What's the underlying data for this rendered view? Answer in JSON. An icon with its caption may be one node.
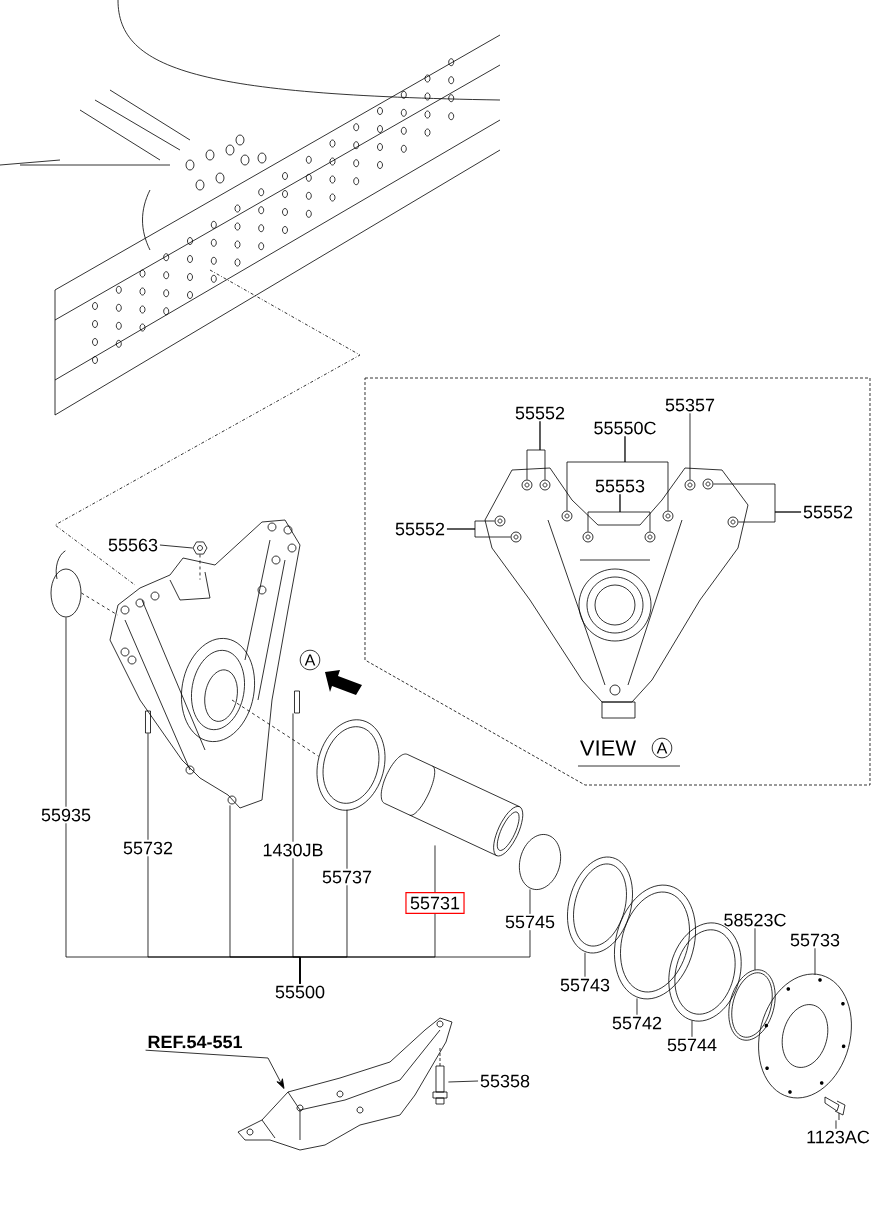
{
  "diagram": {
    "nodes": [
      {
        "text": [
          "55552"
        ]
      },
      {
        "text": [
          "55550C"
        ]
      },
      {
        "text": [
          "55357"
        ]
      },
      {
        "text": [
          "55553"
        ]
      },
      {
        "text": [
          "55552"
        ]
      },
      {
        "text": [
          "55552"
        ]
      },
      {
        "text": [],
        "shape": "picture"
      },
      {
        "text": [],
        "shape": "circle",
        "in": 6
      },
      {
        "text": [],
        "shape": "circle",
        "in": 6
      },
      {
        "text": [],
        "shape": "circle",
        "in": 6
      },
      {
        "text": [],
        "shape": "circle",
        "in": 6
      },
      {
        "text": [],
        "shape": "circle",
        "in": 6
      },
      {
        "text": [],
        "shape": "circle",
        "in": 6
      },
      {
        "text": [],
        "shape": "circle",
        "in": 6
      },
      {
        "text": [],
        "shape": "circle",
        "in": 6
      },
      {
        "text": [],
        "shape": "circle",
        "in": 6
      },
      {
        "text": [],
        "shape": "circle",
        "in": 6
      },
      {
        "text": [],
        "shape": "circle",
        "in": 6
      },
      {
        "text": [
          "55563"
        ]
      },
      {
        "text": [],
        "shape": "picture"
      },
      {
        "text": [
          "55935"
        ]
      },
      {
        "text": [],
        "shape": "circle"
      },
      {
        "text": [],
        "shape": "picture"
      },
      {
        "text": [
          "55732"
        ]
      },
      {
        "text": [],
        "shape": "bar"
      },
      {
        "text": [
          "1430JB"
        ]
      },
      {
        "text": [],
        "shape": "bar"
      },
      {
        "text": [
          "55737"
        ]
      },
      {
        "text": [],
        "shape": "picture"
      },
      {
        "text": [
          "55731"
        ]
      },
      {
        "text": [],
        "shape": "picture"
      },
      {
        "text": [
          "55745"
        ]
      },
      {
        "text": [],
        "shape": "picture"
      },
      {
        "text": [
          "55500"
        ]
      },
      {
        "text": [
          "55743"
        ]
      },
      {
        "text": [],
        "shape": "picture"
      },
      {
        "text": [
          "55742"
        ]
      },
      {
        "text": [],
        "shape": "picture"
      },
      {
        "text": [
          "55744"
        ]
      },
      {
        "text": [],
        "shape": "picture"
      },
      {
        "text": [
          "58523C"
        ]
      },
      {
        "text": [],
        "shape": "picture"
      },
      {
        "text": [
          "55733"
        ]
      },
      {
        "text": [],
        "shape": "picture"
      },
      {
        "text": [
          "1123AC"
        ]
      },
      {
        "text": [],
        "shape": "picture"
      },
      {
        "text": [
          "REF.54-551"
        ]
      },
      {
        "text": [],
        "shape": "picture"
      },
      {
        "text": [
          "55358"
        ]
      },
      {
        "text": [],
        "shape": "picture"
      }
    ],
    "edges": [
      {
        "from": 0,
        "to": 7,
        "arrow": "none"
      },
      {
        "from": 0,
        "to": 8,
        "arrow": "none"
      },
      {
        "from": 1,
        "to": 9,
        "arrow": "none"
      },
      {
        "from": 1,
        "to": 10,
        "arrow": "none"
      },
      {
        "from": 3,
        "to": 11,
        "arrow": "none"
      },
      {
        "from": 3,
        "to": 12,
        "arrow": "none"
      },
      {
        "from": 2,
        "to": 13,
        "arrow": "none"
      },
      {
        "from": 4,
        "to": 14,
        "arrow": "none"
      },
      {
        "from": 4,
        "to": 15,
        "arrow": "none"
      },
      {
        "from": 5,
        "to": 16,
        "arrow": "none"
      },
      {
        "from": 5,
        "to": 17,
        "arrow": "none"
      },
      {
        "from": 18,
        "to": 19,
        "arrow": "none"
      },
      {
        "from": 20,
        "to": 21,
        "arrow": "none"
      },
      {
        "from": 23,
        "to": 24,
        "arrow": "none"
      },
      {
        "from": 25,
        "to": 26,
        "arrow": "none"
      },
      {
        "from": 27,
        "to": 28,
        "arrow": "none"
      },
      {
        "from": 29,
        "to": 30,
        "arrow": "none"
      },
      {
        "from": 31,
        "to": 32,
        "arrow": "none"
      },
      {
        "from": 33,
        "to": 20,
        "arrow": "none"
      },
      {
        "from": 33,
        "to": 23,
        "arrow": "none"
      },
      {
        "from": 33,
        "to": 22,
        "arrow": "none"
      },
      {
        "from": 33,
        "to": 25,
        "arrow": "none"
      },
      {
        "from": 33,
        "to": 27,
        "arrow": "none"
      },
      {
        "from": 33,
        "to": 29,
        "arrow": "none"
      },
      {
        "from": 33,
        "to": 31,
        "arrow": "none"
      },
      {
        "from": 34,
        "to": 35,
        "arrow": "none"
      },
      {
        "from": 36,
        "to": 37,
        "arrow": "none"
      },
      {
        "from": 38,
        "to": 39,
        "arrow": "none"
      },
      {
        "from": 40,
        "to": 41,
        "arrow": "none"
      },
      {
        "from": 42,
        "to": 43,
        "arrow": "none"
      },
      {
        "from": 44,
        "to": 45,
        "arrow": "none"
      },
      {
        "from": 46,
        "to": 47,
        "arrow": "to"
      },
      {
        "from": 48,
        "to": 49,
        "arrow": "none"
      },
      {
        "from": 19,
        "to": 22,
        "arrow": "none",
        "style": "dashed"
      },
      {
        "from": 21,
        "to": 22,
        "arrow": "none",
        "style": "dashed"
      },
      {
        "from": 22,
        "to": 28,
        "arrow": "none",
        "style": "dashed"
      }
    ],
    "labels": [
      "A",
      "VIEW",
      "A"
    ]
  }
}
